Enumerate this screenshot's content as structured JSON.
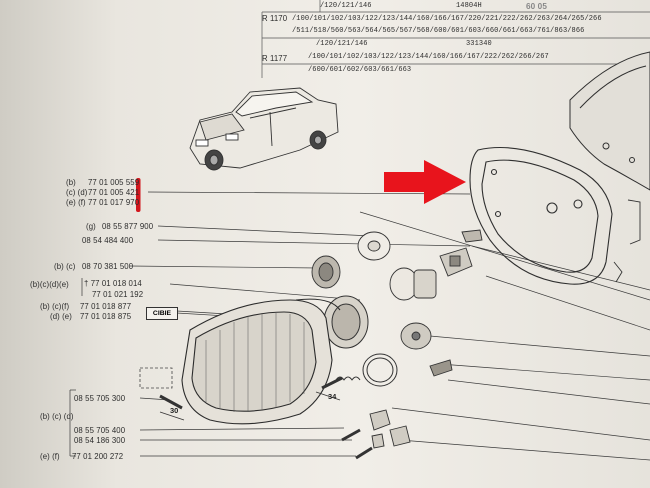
{
  "header": {
    "corner_code": "60 05",
    "row1_models": "/120/121/146",
    "row1_suffix": "14804H",
    "row2_label": "R 1170",
    "row2_line1": "/100/101/102/103/122/123/144/160/166/167/220/221/222/262/263/264/265/266",
    "row2_line2": "/511/518/560/563/564/565/567/568/600/601/603/660/661/663/761/863/866",
    "row3_models": "/120/121/146",
    "row3_code": "331340",
    "row4_label": "R 1177",
    "row4_line1": "/100/101/102/103/122/123/144/160/166/167/222/262/266/267",
    "row4_line2": "/600/601/602/603/661/663"
  },
  "parts": [
    {
      "variant": "(b)",
      "number": "77 01 005 559"
    },
    {
      "variant": "(c) (d)",
      "number": "77 01 005 421"
    },
    {
      "variant": "(e) (f)",
      "number": "77 01 017 970"
    },
    {
      "variant": "(g)",
      "number": "08 55 877 900"
    },
    {
      "variant": "",
      "number": "08 54 484 400"
    },
    {
      "variant": "(b) (c)",
      "number": "08 70 381 500"
    },
    {
      "variant": "(b)(c)(d)(e)",
      "number": "† 77 01 018 014"
    },
    {
      "variant": "",
      "number": "77 01 021 192"
    },
    {
      "variant": "(b) (c)(f)",
      "number": "77 01 018 877"
    },
    {
      "variant": "(d) (e)",
      "number": "77 01 018 875"
    },
    {
      "variant": "(b) (c) (d)",
      "number": "08 55 705 300"
    },
    {
      "variant": "",
      "number": "08 55 705 400"
    },
    {
      "variant": "",
      "number": "08 54 186 300"
    },
    {
      "variant": "(e) (f)",
      "number": "77 01 200 272"
    }
  ],
  "labels": {
    "brand_box": "CIBIE",
    "dim_30": "30",
    "dim_34": "34"
  },
  "colors": {
    "highlight_arrow": "#e8141c",
    "highlight_bar": "#d3161d"
  }
}
